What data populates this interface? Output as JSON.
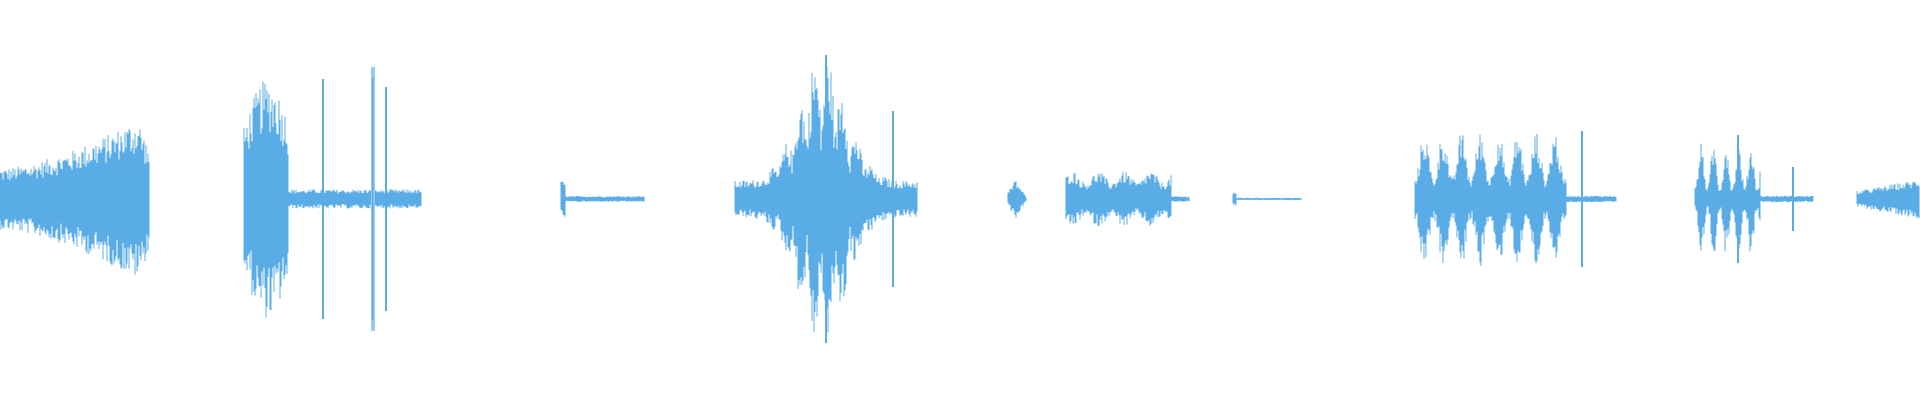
{
  "waveform": {
    "color": "#5aace6",
    "highlight_color": "#9cc9ee",
    "background": "#ffffff",
    "segments": [
      {
        "start": 0.0,
        "end": 0.078,
        "env": "ramp-up",
        "peak": 0.22
      },
      {
        "start": 0.127,
        "end": 0.22,
        "env": "bursts",
        "peak": 0.3
      },
      {
        "start": 0.292,
        "end": 0.336,
        "env": "low",
        "peak": 0.05
      },
      {
        "start": 0.383,
        "end": 0.478,
        "env": "cluster",
        "peak": 0.38
      },
      {
        "start": 0.525,
        "end": 0.535,
        "env": "blip",
        "peak": 0.05
      },
      {
        "start": 0.555,
        "end": 0.62,
        "env": "block",
        "peak": 0.07
      },
      {
        "start": 0.642,
        "end": 0.678,
        "env": "low",
        "peak": 0.02
      },
      {
        "start": 0.737,
        "end": 0.842,
        "env": "pulses",
        "peak": 0.17
      },
      {
        "start": 0.883,
        "end": 0.945,
        "env": "pulses-small",
        "peak": 0.14
      },
      {
        "start": 0.967,
        "end": 1.0,
        "env": "ramp-start",
        "peak": 0.05
      }
    ],
    "spikes": [
      {
        "pos": 0.168,
        "amp": 0.3
      },
      {
        "pos": 0.194,
        "amp": 0.33,
        "highlight": true
      },
      {
        "pos": 0.201,
        "amp": 0.28
      },
      {
        "pos": 0.43,
        "amp": 0.36
      },
      {
        "pos": 0.465,
        "amp": 0.22
      },
      {
        "pos": 0.824,
        "amp": 0.17
      },
      {
        "pos": 0.905,
        "amp": 0.16
      },
      {
        "pos": 0.934,
        "amp": 0.08
      }
    ]
  }
}
